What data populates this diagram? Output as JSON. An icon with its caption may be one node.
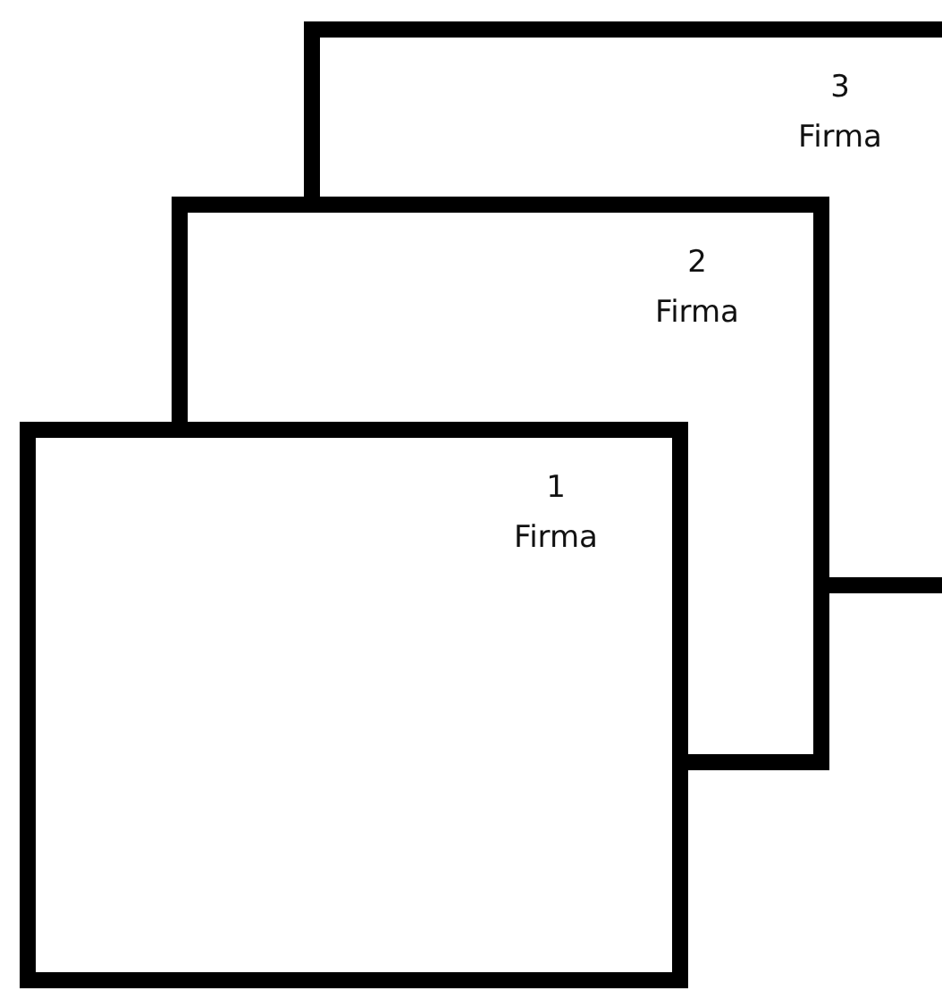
{
  "diagram": {
    "nodes": [
      {
        "text": [
          "3",
          "Firma"
        ]
      },
      {
        "text": [
          "2",
          "Firma"
        ]
      },
      {
        "text": [
          "1",
          "Firma"
        ]
      }
    ]
  }
}
